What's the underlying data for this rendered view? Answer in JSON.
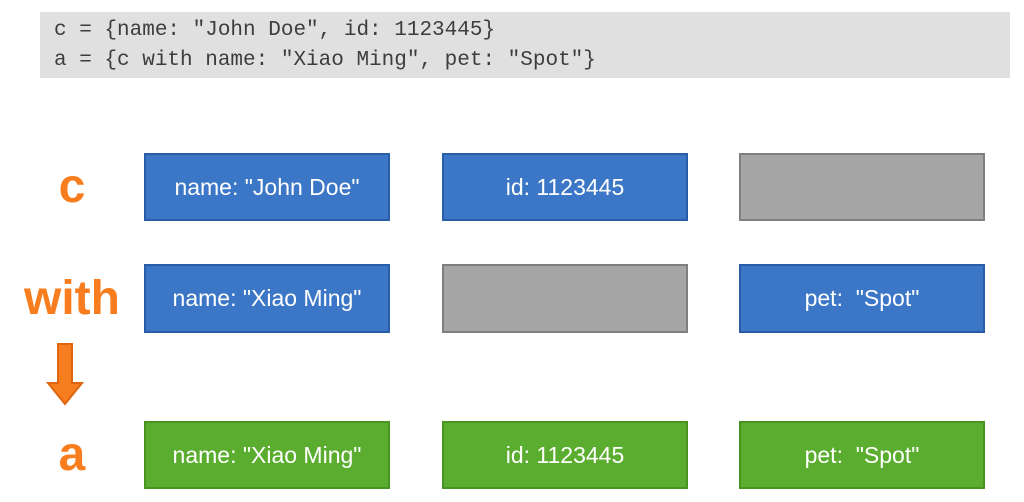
{
  "code_block": {
    "lines": [
      "c = {name: \"John Doe\", id: 1123445}",
      "a = {c with name: \"Xiao Ming\", pet: \"Spot\"}"
    ]
  },
  "rows": [
    {
      "label": "c",
      "cells": [
        {
          "text": "name: \"John Doe\"",
          "variant": "blue"
        },
        {
          "text": "id: 1123445",
          "variant": "blue"
        },
        {
          "text": "",
          "variant": "gray"
        }
      ]
    },
    {
      "label": "with",
      "cells": [
        {
          "text": "name: \"Xiao Ming\"",
          "variant": "blue"
        },
        {
          "text": "",
          "variant": "gray"
        },
        {
          "text": "pet:  \"Spot\"",
          "variant": "blue"
        }
      ]
    },
    {
      "label": "a",
      "cells": [
        {
          "text": "name: \"Xiao Ming\"",
          "variant": "green"
        },
        {
          "text": "id: 1123445",
          "variant": "green"
        },
        {
          "text": "pet:  \"Spot\"",
          "variant": "green"
        }
      ]
    }
  ],
  "arrow": {
    "meaning": "with-expression produces new record"
  },
  "colors": {
    "blue": "#3B77C6",
    "blue_border": "#2A5DA8",
    "green": "#5BAD2F",
    "green_border": "#49941F",
    "gray": "#A6A6A6",
    "gray_border": "#7F7F7F",
    "orange": "#F87D1E",
    "orange_border": "#DD660E",
    "code_bg": "#E0E0E0",
    "code_text": "#3D3D3D"
  }
}
